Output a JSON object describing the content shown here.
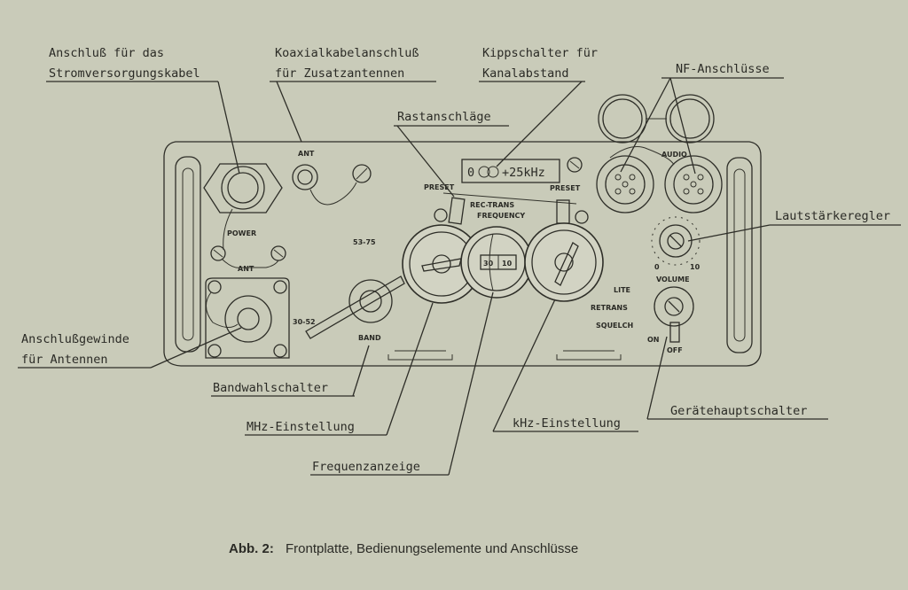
{
  "labels": {
    "power_cable": [
      "Anschluß für das",
      "Stromversorgungskabel"
    ],
    "coax": [
      "Koaxialkabelanschluß",
      "für Zusatzantennen"
    ],
    "toggle": [
      "Kippschalter für",
      "Kanalabstand"
    ],
    "nf": "NF-Anschlüsse",
    "detents": "Rastanschläge",
    "volume_ctrl": "Lautstärkeregler",
    "antenna_thread": [
      "Anschlußgewinde",
      "für Antennen"
    ],
    "band_switch": "Bandwahlschalter",
    "mhz": "MHz-Einstellung",
    "khz": "kHz-Einstellung",
    "main_switch": "Gerätehauptschalter",
    "freq_display": "Frequenzanzeige"
  },
  "panel": {
    "ant": "ANT",
    "power": "POWER",
    "ant2": "ANT",
    "audio": "AUDIO",
    "preset_left": "PRESET",
    "preset_right": "PRESET",
    "rec_trans": "REC-TRANS",
    "frequency": "FREQUENCY",
    "band_hi": "53-75",
    "band_lo": "30-52",
    "band": "BAND",
    "toggle_0": "0",
    "toggle_25": "+25kHz",
    "lite": "LITE",
    "retrans": "RETRANS",
    "squelch": "SQUELCH",
    "vol_0": "0",
    "vol_10": "10",
    "volume": "VOLUME",
    "on": "ON",
    "off": "OFF",
    "display_left": "30",
    "display_right": "10"
  },
  "caption": {
    "prefix": "Abb. 2:",
    "text": "Frontplatte, Bedienungselemente und Anschlüsse"
  }
}
